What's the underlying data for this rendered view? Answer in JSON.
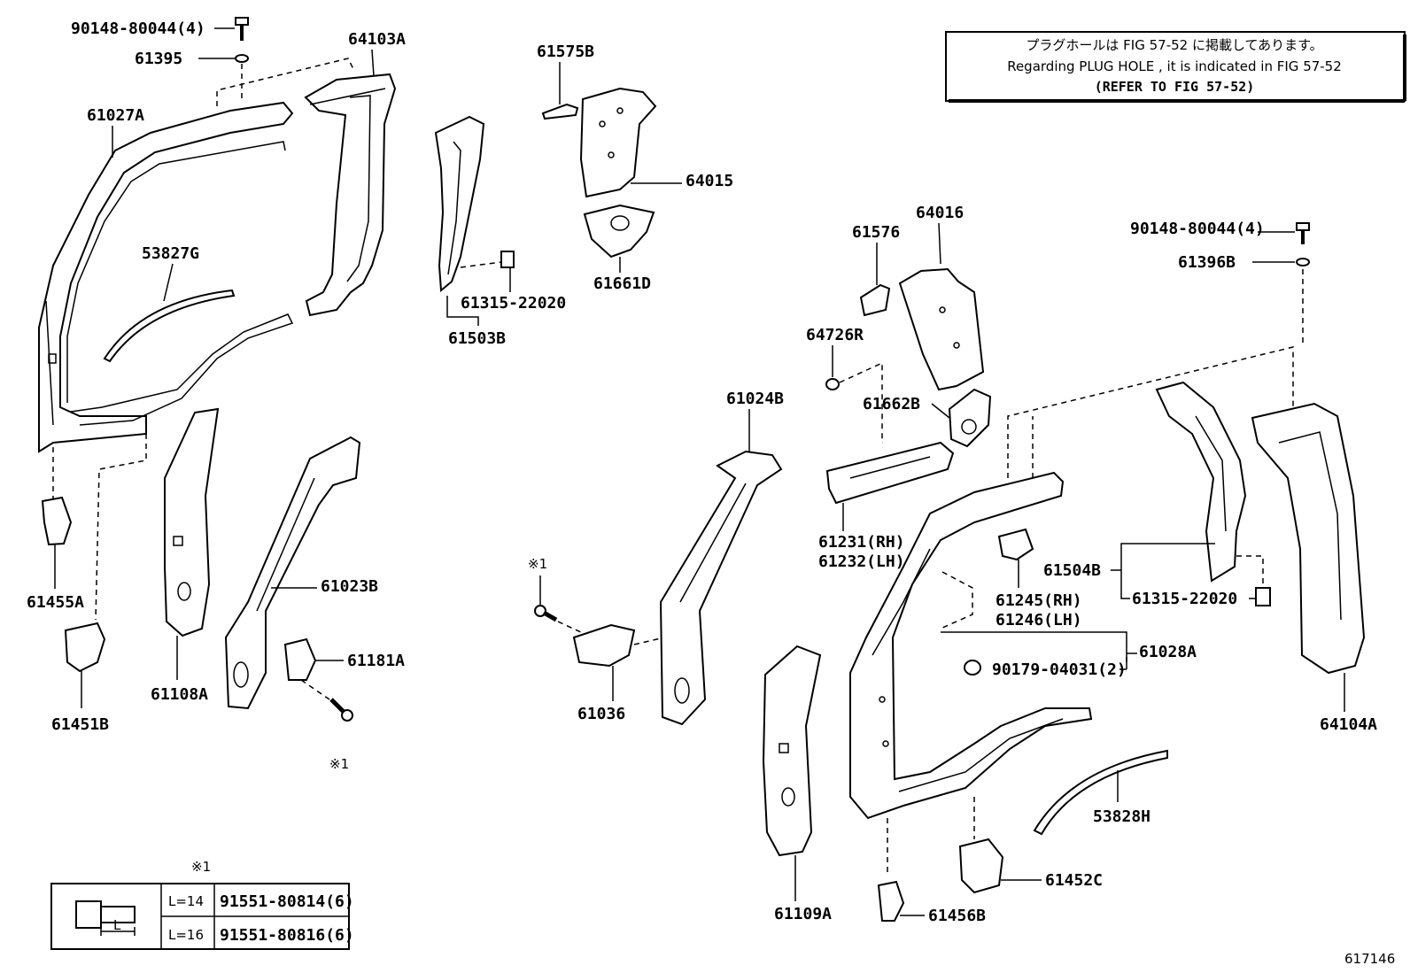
{
  "note_box": {
    "line1": "プラグホールは FIG 57-52 に掲載してあります。",
    "line2": "Regarding  PLUG  HOLE , it is indicated in  FIG  57-52",
    "line3": "(REFER  TO  FIG  57-52)"
  },
  "labels": {
    "p90148_top": "90148-80044(4)",
    "p61395": "61395",
    "p64103A": "64103A",
    "p61027A": "61027A",
    "p53827G": "53827G",
    "p61575B": "61575B",
    "p64015": "64015",
    "p61661D": "61661D",
    "p61315_left": "61315-22020",
    "p61503B": "61503B",
    "p61455A": "61455A",
    "p61451B": "61451B",
    "p61108A": "61108A",
    "p61023B": "61023B",
    "p61181A": "61181A",
    "p_mark1_a": "※1",
    "p_mark1_b": "※1",
    "p61036": "61036",
    "p61024B": "61024B",
    "p64016": "64016",
    "p61576": "61576",
    "p64726R": "64726R",
    "p61662B": "61662B",
    "p61231": "61231(RH)",
    "p61232": "61232(LH)",
    "p61245": "61245(RH)",
    "p61246": "61246(LH)",
    "p90148_right": "90148-80044(4)",
    "p61396B": "61396B",
    "p61504B": "61504B",
    "p61315_right": "61315-22020",
    "p61028A": "61028A",
    "p90179": "90179-04031(2)",
    "p64104A": "64104A",
    "p53828H": "53828H",
    "p61452C": "61452C",
    "p61109A": "61109A",
    "p61456B": "61456B",
    "fig_number": "617146"
  },
  "bolt_table": {
    "mark": "※1",
    "dim_label": "L",
    "rows": [
      {
        "length": "L=14",
        "part": "91551-80814(6)"
      },
      {
        "length": "L=16",
        "part": "91551-80816(6)"
      }
    ]
  }
}
